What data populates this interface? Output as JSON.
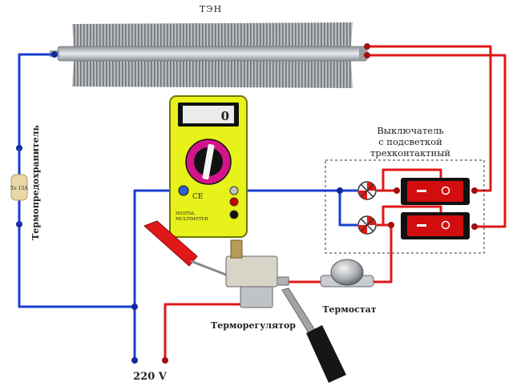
{
  "labels": {
    "heater": "ТЭН",
    "switch_line1": "Выключатель",
    "switch_line2": "с подсветкой",
    "switch_line3": "трехконтактный",
    "fuse": "Термопредохранитель",
    "thermostat": "Термостат",
    "regulator": "Терморегулятор",
    "voltage": "220 V"
  },
  "multimeter": {
    "display": "0",
    "brand": "DIGITAL",
    "brand2": "MULTIMETER",
    "ce": "CE"
  },
  "fuse_text": "Тe 15A",
  "colors": {
    "wire_blue": "#1a3fd0",
    "wire_red": "#e01818",
    "multimeter_body": "#e6f21a",
    "switch_red": "#d10d0d"
  }
}
